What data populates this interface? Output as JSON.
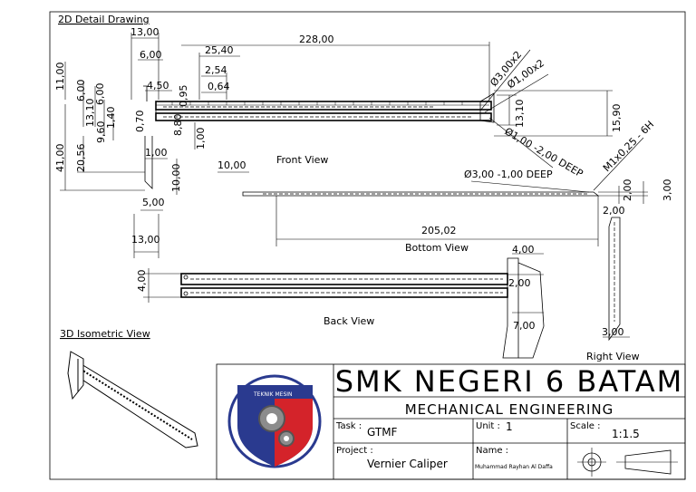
{
  "views": {
    "detail": "2D Detail Drawing",
    "front": "Front View",
    "bottom": "Bottom View",
    "back": "Back View",
    "right": "Right View",
    "iso": "3D Isometric View"
  },
  "dims": {
    "d13a": "13,00",
    "d6": "6,00",
    "d25": "25,40",
    "d228": "228,00",
    "d254": "2,54",
    "d064": "0,64",
    "d450": "4,50",
    "d095": "0,95",
    "d11": "11,00",
    "d6v": "6,00",
    "d6v2": "6,00",
    "d1310": "13,10",
    "d140": "1,40",
    "d960": "9,60",
    "d070": "0,70",
    "d880": "8,80",
    "d100a": "1,00",
    "d100b": "1,00",
    "d41": "41,00",
    "d2056": "20,56",
    "d1000": "10,00",
    "d1000b": "10,00",
    "d500": "5,00",
    "d13b": "13,00",
    "dphi3": "Ø3,00x2",
    "dphi1": "Ø1,00x2",
    "d1310r": "13,10",
    "d1590": "15,90",
    "dphi1deep": "Ø1,00 -2,00 DEEP",
    "dm1": "M1x0,25 - 6H",
    "dphi3deep": "Ø3,00 -1,00 DEEP",
    "d200a": "2,00",
    "d300a": "3,00",
    "d200b": "2,00",
    "d20502": "205,02",
    "d400a": "4,00",
    "d400b": "4,00",
    "d200c": "2,00",
    "d700": "7,00",
    "d300b": "3,00"
  },
  "titleblock": {
    "logo_text": "TEKNIK MESIN",
    "school": "SMK NEGERI 6 BATAM",
    "dept": "MECHANICAL ENGINEERING",
    "task_label": "Task :",
    "task_value": "GTMF",
    "unit_label": "Unit :",
    "unit_value": "1",
    "scale_label": "Scale :",
    "scale_value": "1:1.5",
    "project_label": "Project :",
    "project_value": "Vernier Caliper",
    "name_label": "Name :",
    "name_value": "Muhammad Rayhan Al Daffa"
  },
  "colors": {
    "line": "#000000",
    "shield_blue": "#2a3a8f",
    "shield_red": "#d4232a",
    "ring": "#2a3a8f",
    "gear": "#8c8c8c"
  }
}
